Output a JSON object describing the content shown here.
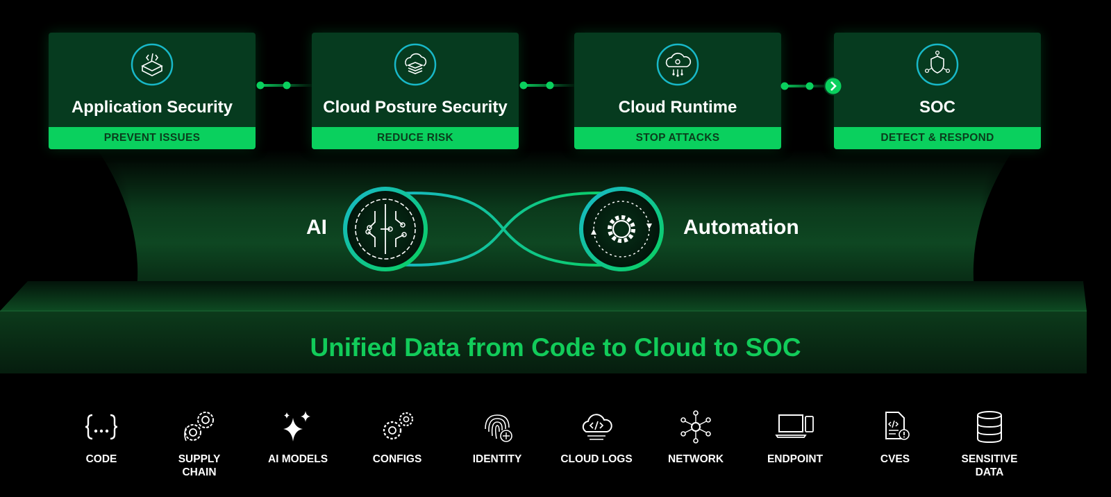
{
  "colors": {
    "card_bg": "#063b1f",
    "accent_green": "#0ad05e",
    "sub_text": "#0a3d1c",
    "headline_green": "#12cc5a",
    "teal": "#18b8c8"
  },
  "stages": [
    {
      "title": "Application Security",
      "subtitle": "PREVENT ISSUES",
      "icon": "code-box-icon"
    },
    {
      "title": "Cloud Posture Security",
      "subtitle": "REDUCE RISK",
      "icon": "cloud-stack-icon"
    },
    {
      "title": "Cloud Runtime",
      "subtitle": "STOP ATTACKS",
      "icon": "cloud-network-icon"
    },
    {
      "title": "SOC",
      "subtitle": "DETECT & RESPOND",
      "icon": "shield-network-icon"
    }
  ],
  "loop": {
    "left_label": "AI",
    "right_label": "Automation",
    "left_icon": "circuit-brain-icon",
    "right_icon": "gear-cycle-icon"
  },
  "headline": "Unified Data from Code to Cloud to SOC",
  "sources": [
    {
      "label": "CODE",
      "icon": "braces-icon"
    },
    {
      "label": "SUPPLY CHAIN",
      "icon": "gears-chain-icon"
    },
    {
      "label": "AI MODELS",
      "icon": "sparkles-icon"
    },
    {
      "label": "CONFIGS",
      "icon": "gears-icon"
    },
    {
      "label": "IDENTITY",
      "icon": "fingerprint-icon"
    },
    {
      "label": "CLOUD LOGS",
      "icon": "cloud-code-icon"
    },
    {
      "label": "NETWORK",
      "icon": "network-nodes-icon"
    },
    {
      "label": "ENDPOINT",
      "icon": "laptop-phone-icon"
    },
    {
      "label": "CVES",
      "icon": "document-alert-icon"
    },
    {
      "label": "SENSITIVE DATA",
      "icon": "database-icon"
    }
  ]
}
